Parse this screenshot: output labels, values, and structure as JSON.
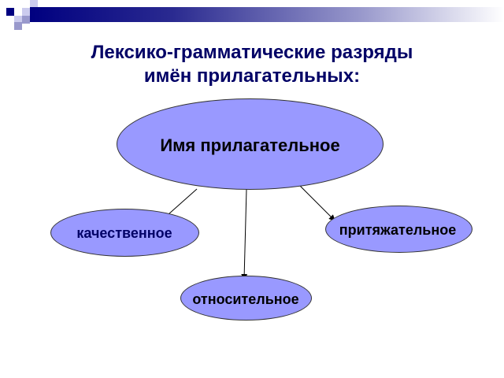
{
  "slide": {
    "title_line1": "Лексико-грамматические разряды",
    "title_line2": "имён прилагательных:",
    "root": "Имя прилагательное",
    "children": [
      "качественное",
      "относительное",
      "притяжательное"
    ],
    "colors": {
      "ellipse": "#9999ff",
      "title": "#000066",
      "accent": "#000080"
    }
  }
}
